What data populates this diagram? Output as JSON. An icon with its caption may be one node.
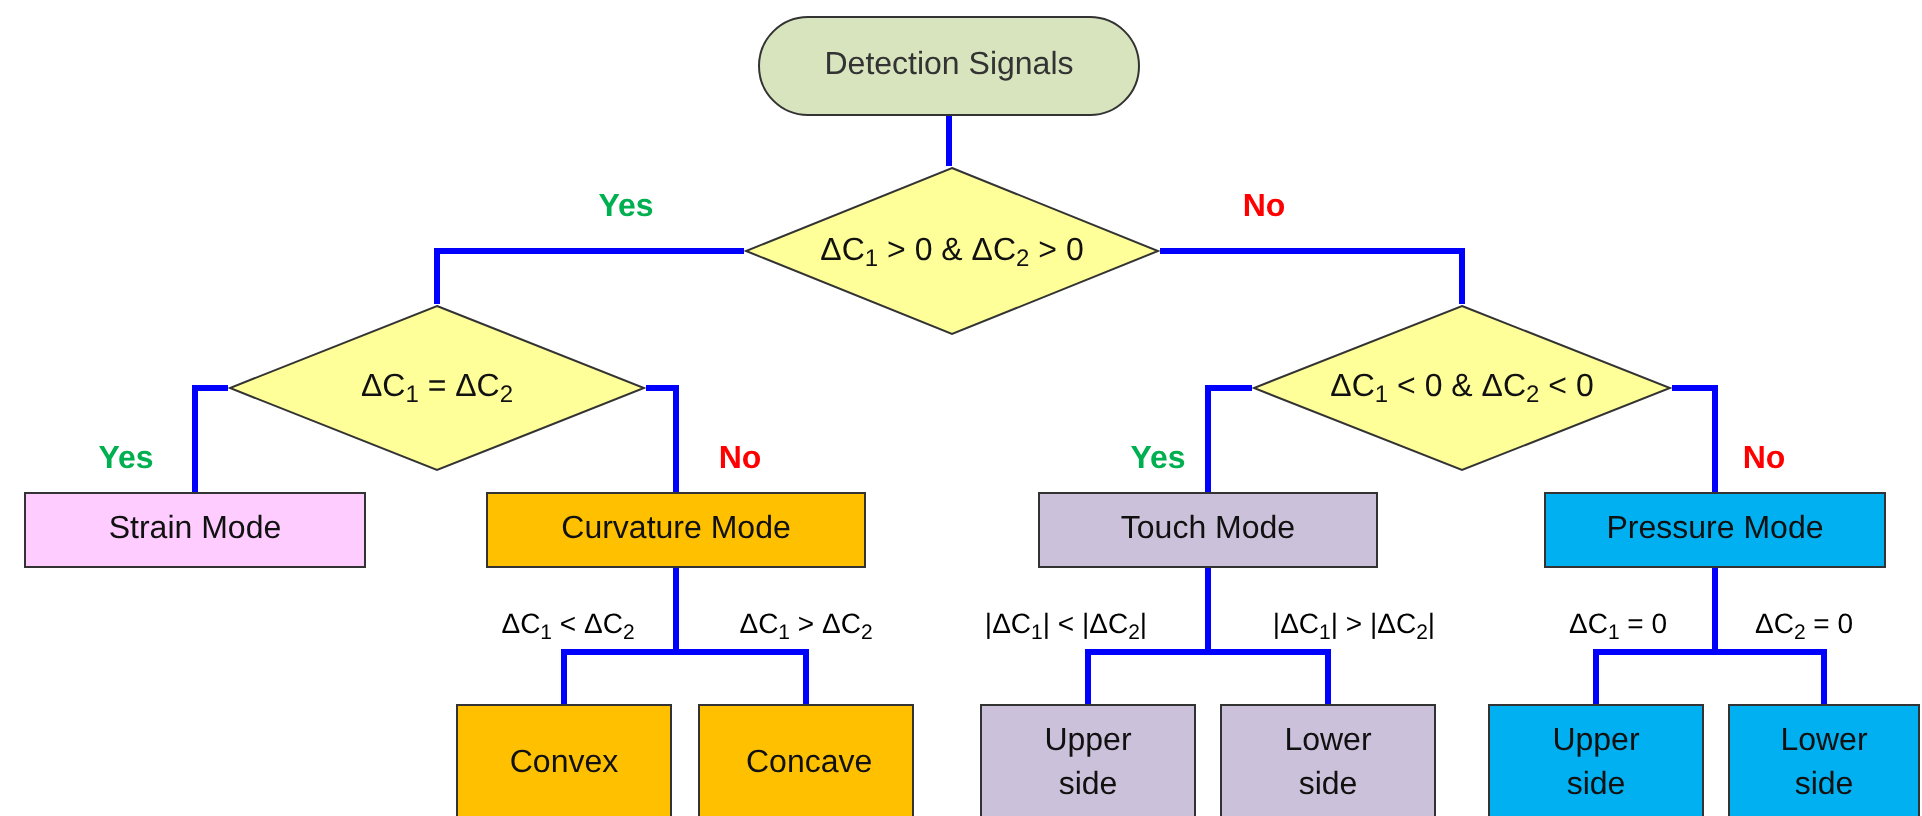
{
  "diagram": {
    "nodes": [
      {
        "text": [
          "Detection Signals"
        ]
      },
      {
        "text": [
          "ΔC$_{1}$ > 0 & ΔC$_{2}$ > 0"
        ]
      },
      {
        "text": [
          "ΔC$_{1}$ = ΔC$_{2}$"
        ]
      },
      {
        "text": [
          "ΔC$_{1}$ < 0 & ΔC$_{2}$ < 0"
        ]
      },
      {
        "text": [
          "Strain Mode"
        ]
      },
      {
        "text": [
          "Curvature Mode"
        ]
      },
      {
        "text": [
          "Convex"
        ]
      },
      {
        "text": [
          "Concave"
        ]
      },
      {
        "text": [
          "Touch Mode"
        ]
      },
      {
        "text": [
          "Pressure Mode"
        ]
      },
      {
        "text": [
          "Upper side"
        ]
      },
      {
        "text": [
          "Lower side"
        ]
      },
      {
        "text": [
          "Upper side"
        ]
      },
      {
        "text": [
          "Lower side"
        ]
      }
    ],
    "edges": [
      {
        "from": 0,
        "to": 1,
        "arrow": "none"
      },
      {
        "from": 1,
        "to": 2,
        "arrow": "none",
        "label": "Yes"
      },
      {
        "from": 1,
        "to": 3,
        "arrow": "none",
        "label": "No"
      },
      {
        "from": 2,
        "to": 4,
        "arrow": "none",
        "label": "Yes"
      },
      {
        "from": 2,
        "to": 5,
        "arrow": "none",
        "label": "No"
      },
      {
        "from": 3,
        "to": 8,
        "arrow": "none",
        "label": "Yes"
      },
      {
        "from": 3,
        "to": 9,
        "arrow": "none",
        "label": "No"
      },
      {
        "from": 5,
        "to": 6,
        "arrow": "none",
        "label": "ΔC$_{1}$ < ΔC$_{2}$"
      },
      {
        "from": 5,
        "to": 7,
        "arrow": "none",
        "label": "ΔC$_{1}$ > ΔC$_{2}$"
      },
      {
        "from": 8,
        "to": 10,
        "arrow": "none",
        "label": "|ΔC$_{1}$| < |ΔC$_{2}$|"
      },
      {
        "from": 8,
        "to": 11,
        "arrow": "none",
        "label": "|ΔC$_{1}$| > |ΔC$_{2}$|"
      },
      {
        "from": 9,
        "to": 12,
        "arrow": "none",
        "label": "ΔC$_{1}$ = 0"
      },
      {
        "from": 9,
        "to": 13,
        "arrow": "none",
        "label": "ΔC$_{2}$ = 0"
      }
    ]
  }
}
